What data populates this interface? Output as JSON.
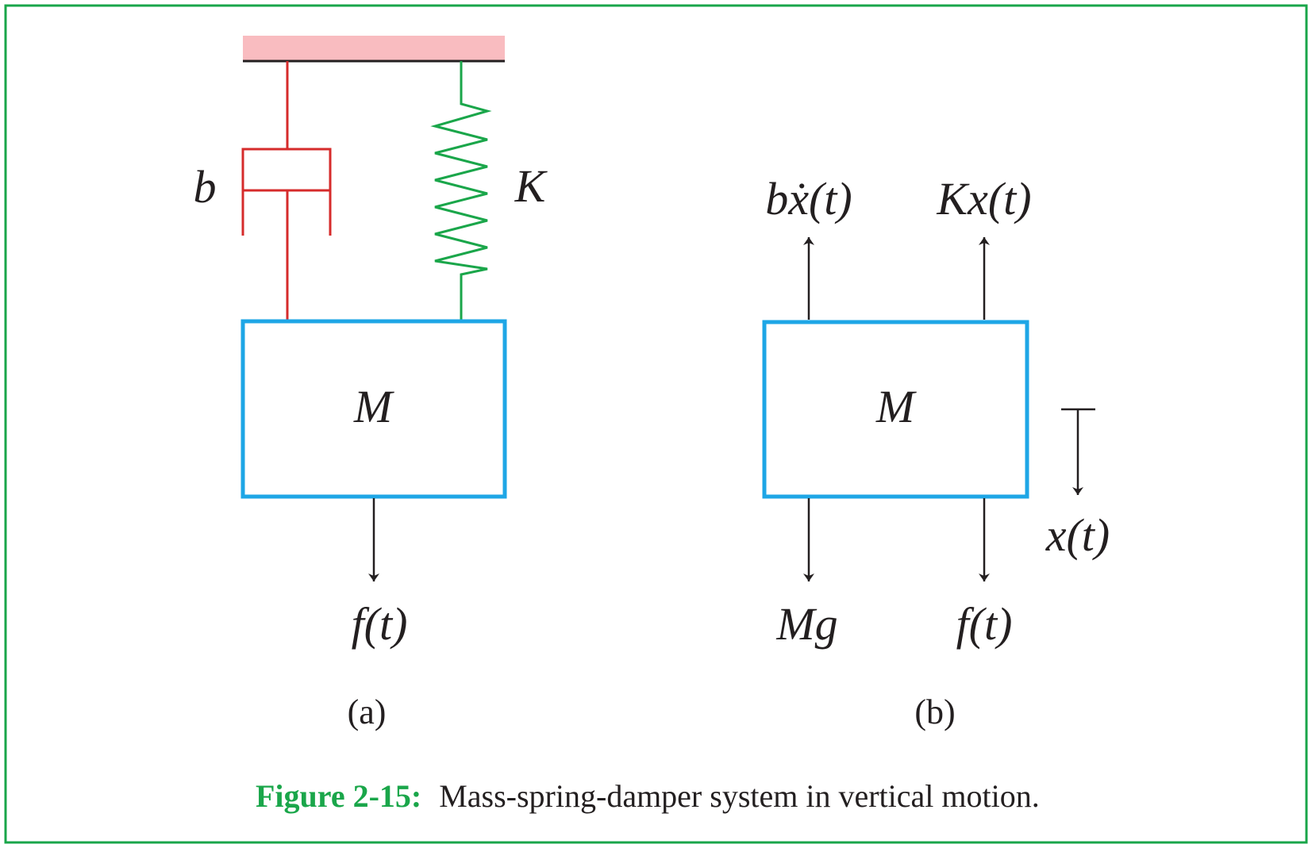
{
  "colors": {
    "frame": "#1aa64a",
    "ceiling": "#f9bcc0",
    "damper": "#d62b2b",
    "spring": "#1aa64a",
    "mass_box": "#1ea6e6",
    "ink": "#231f20"
  },
  "panel_a": {
    "damper_label": "b",
    "spring_label": "K",
    "mass_label": "M",
    "force_label": "f(t)",
    "caption": "(a)"
  },
  "panel_b": {
    "damping_force_label": "bẋ(t)",
    "spring_force_label": "Kx(t)",
    "mass_label": "M",
    "gravity_label": "Mg",
    "force_label": "f(t)",
    "displacement_label": "x(t)",
    "caption": "(b)"
  },
  "caption": {
    "label": "Figure 2-15:",
    "text": "Mass-spring-damper system in vertical motion."
  }
}
